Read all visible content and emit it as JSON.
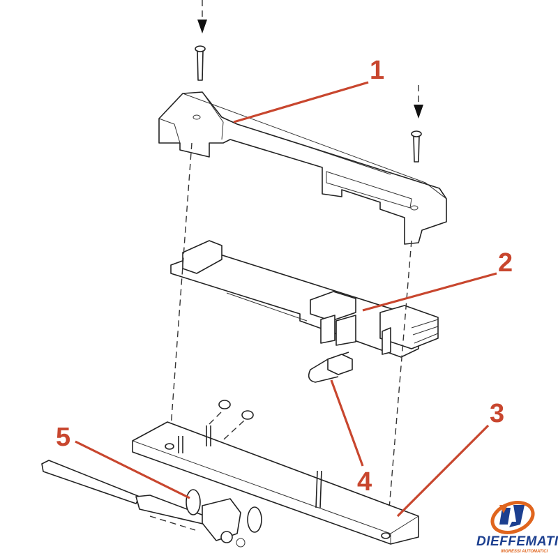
{
  "callouts": [
    {
      "number": "1",
      "part": "cover"
    },
    {
      "number": "2",
      "part": "circuit-board"
    },
    {
      "number": "3",
      "part": "base-plate"
    },
    {
      "number": "4",
      "part": "cable-connector"
    },
    {
      "number": "5",
      "part": "shaft-gear-assembly"
    }
  ],
  "logo": {
    "name": "DIEFFEMATIC",
    "tagline": "INGRESSI AUTOMATICI"
  },
  "colors": {
    "callout": "#c8462e",
    "logo_blue": "#1c3f8f",
    "logo_orange": "#e0651e"
  }
}
